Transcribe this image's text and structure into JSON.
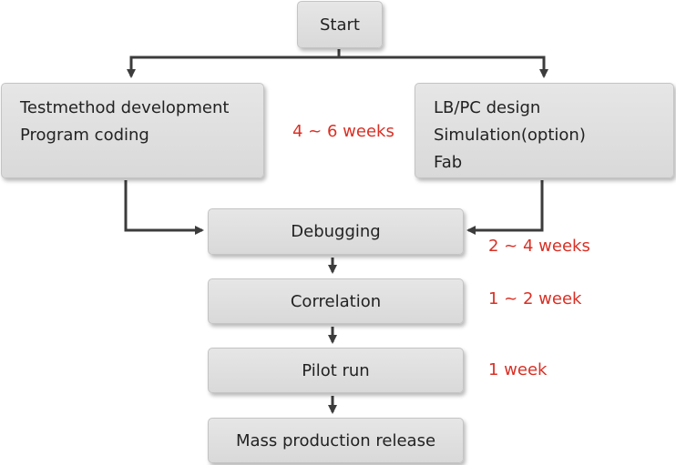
{
  "flow": {
    "start": "Start",
    "left_branch": [
      "Testmethod development",
      "Program coding"
    ],
    "right_branch": [
      "LB/PC design",
      "Simulation(option)",
      "Fab"
    ],
    "debugging": "Debugging",
    "correlation": "Correlation",
    "pilot_run": "Pilot run",
    "mass_production": "Mass production release"
  },
  "durations": {
    "development": "4 ~ 6 weeks",
    "debugging": "2 ~ 4 weeks",
    "correlation": "1 ~ 2 week",
    "pilot_run": "1 week"
  },
  "colors": {
    "box_fill": "#dddddd",
    "arrow": "#3c3c3c",
    "duration_text": "#d93025"
  }
}
